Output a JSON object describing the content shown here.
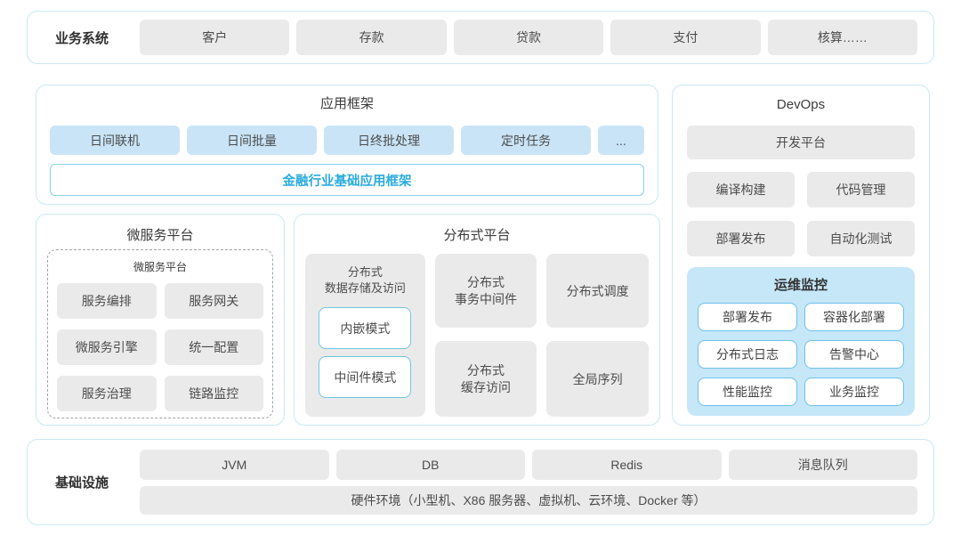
{
  "colors": {
    "panel_border": "#c9e9f1",
    "gray_box": "#eaeaeb",
    "blue_box": "#c9e4f7",
    "ops_panel_bg": "#c5e7f8",
    "outline_blue": "#6ec1ec",
    "accent_text": "#2aabdd"
  },
  "business_row": {
    "label": "业务系统",
    "items": [
      "客户",
      "存款",
      "贷款",
      "支付",
      "核算……"
    ]
  },
  "app_framework": {
    "title": "应用框架",
    "items": [
      "日间联机",
      "日间批量",
      "日终批处理",
      "定时任务",
      "..."
    ],
    "base_bar": "金融行业基础应用框架"
  },
  "microservice": {
    "title": "微服务平台",
    "inner_title": "微服务平台",
    "items": [
      "服务编排",
      "服务网关",
      "微服务引擎",
      "统一配置",
      "服务治理",
      "链路监控"
    ]
  },
  "distributed": {
    "title": "分布式平台",
    "storage": {
      "title": "分布式\n数据存储及访问",
      "modes": [
        "内嵌模式",
        "中间件模式"
      ]
    },
    "col2": [
      "分布式\n事务中间件",
      "分布式\n缓存访问"
    ],
    "col3": [
      "分布式调度",
      "全局序列"
    ]
  },
  "devops": {
    "title": "DevOps",
    "dev_platform": "开发平台",
    "items": [
      "编译构建",
      "代码管理",
      "部署发布",
      "自动化测试"
    ],
    "ops": {
      "title": "运维监控",
      "items": [
        "部署发布",
        "容器化部署",
        "分布式日志",
        "告警中心",
        "性能监控",
        "业务监控"
      ]
    }
  },
  "infrastructure": {
    "label": "基础设施",
    "items": [
      "JVM",
      "DB",
      "Redis",
      "消息队列"
    ],
    "hardware": "硬件环境（小型机、X86 服务器、虚拟机、云环境、Docker 等）"
  }
}
